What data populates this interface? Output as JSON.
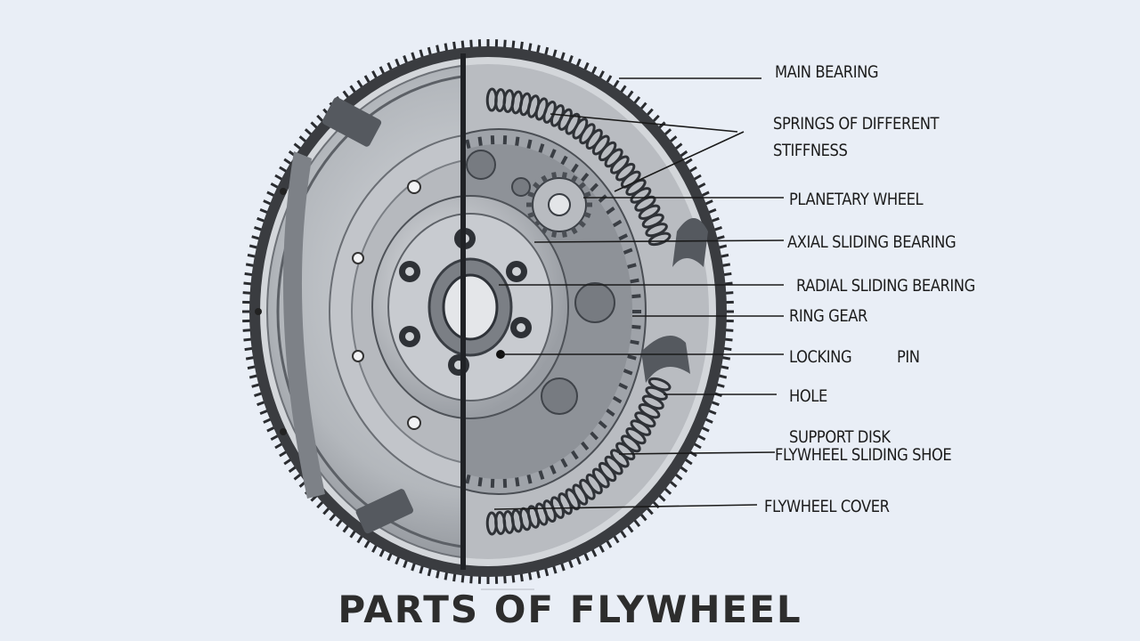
{
  "title": "PARTS OF FLYWHEEL",
  "labels": {
    "main_bearing": "MAIN BEARING",
    "springs_line1": "SPRINGS OF DIFFERENT",
    "springs_line2": "STIFFNESS",
    "planetary_wheel": "PLANETARY WHEEL",
    "axial_sliding_bearing": "AXIAL SLIDING BEARING",
    "radial_sliding_bearing": "RADIAL SLIDING BEARING",
    "ring_gear": "RING GEAR",
    "locking": "LOCKING",
    "pin": "PIN",
    "hole": "HOLE",
    "support_disk": "SUPPORT DISK",
    "flywheel_sliding_shoe": "FLYWHEEL SLIDING SHOE",
    "flywheel_cover": "FLYWHEEL COVER"
  },
  "colors": {
    "background": "#e9eef6",
    "metal_light": "#c9ccd1",
    "metal_mid": "#9ea2a8",
    "metal_dark": "#2b2d31",
    "text": "#1c1c1c"
  }
}
